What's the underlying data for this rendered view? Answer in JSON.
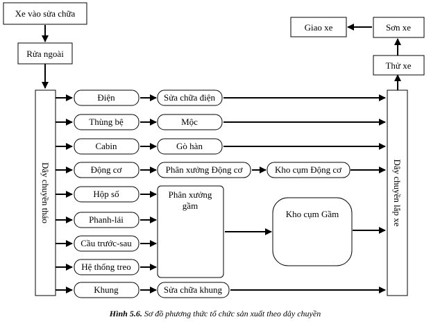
{
  "boxes": {
    "receive": "Xe vào sửa chữa",
    "wash": "Rửa ngoài",
    "handover": "Giao xe",
    "paint": "Sơn xe",
    "test": "Thử xe",
    "disassembly_line": "Dây chuyền tháo",
    "assembly_line": "Dây chuyền lắp xe",
    "electrical": "Điện",
    "electrical_repair": "Sửa chữa điện",
    "body_tub": "Thùng bệ",
    "woodwork": "Mộc",
    "cabin": "Cabin",
    "panel_welding": "Gò hàn",
    "engine": "Động cơ",
    "engine_workshop": "Phân xưởng Động cơ",
    "engine_store": "Kho cụm Động cơ",
    "gearbox": "Hộp số",
    "brake_steering": "Phanh-lái",
    "front_rear_axle": "Cầu trước-sau",
    "suspension": "Hệ thống treo",
    "chassis_workshop": "Phân xưởng gầm",
    "chassis_store": "Kho cụm Gầm",
    "frame": "Khung",
    "frame_repair": "Sửa chữa khung"
  },
  "caption": {
    "label": "Hình 5.6.",
    "text": "Sơ đồ phương thức tổ chức sản xuất theo dây chuyền"
  }
}
